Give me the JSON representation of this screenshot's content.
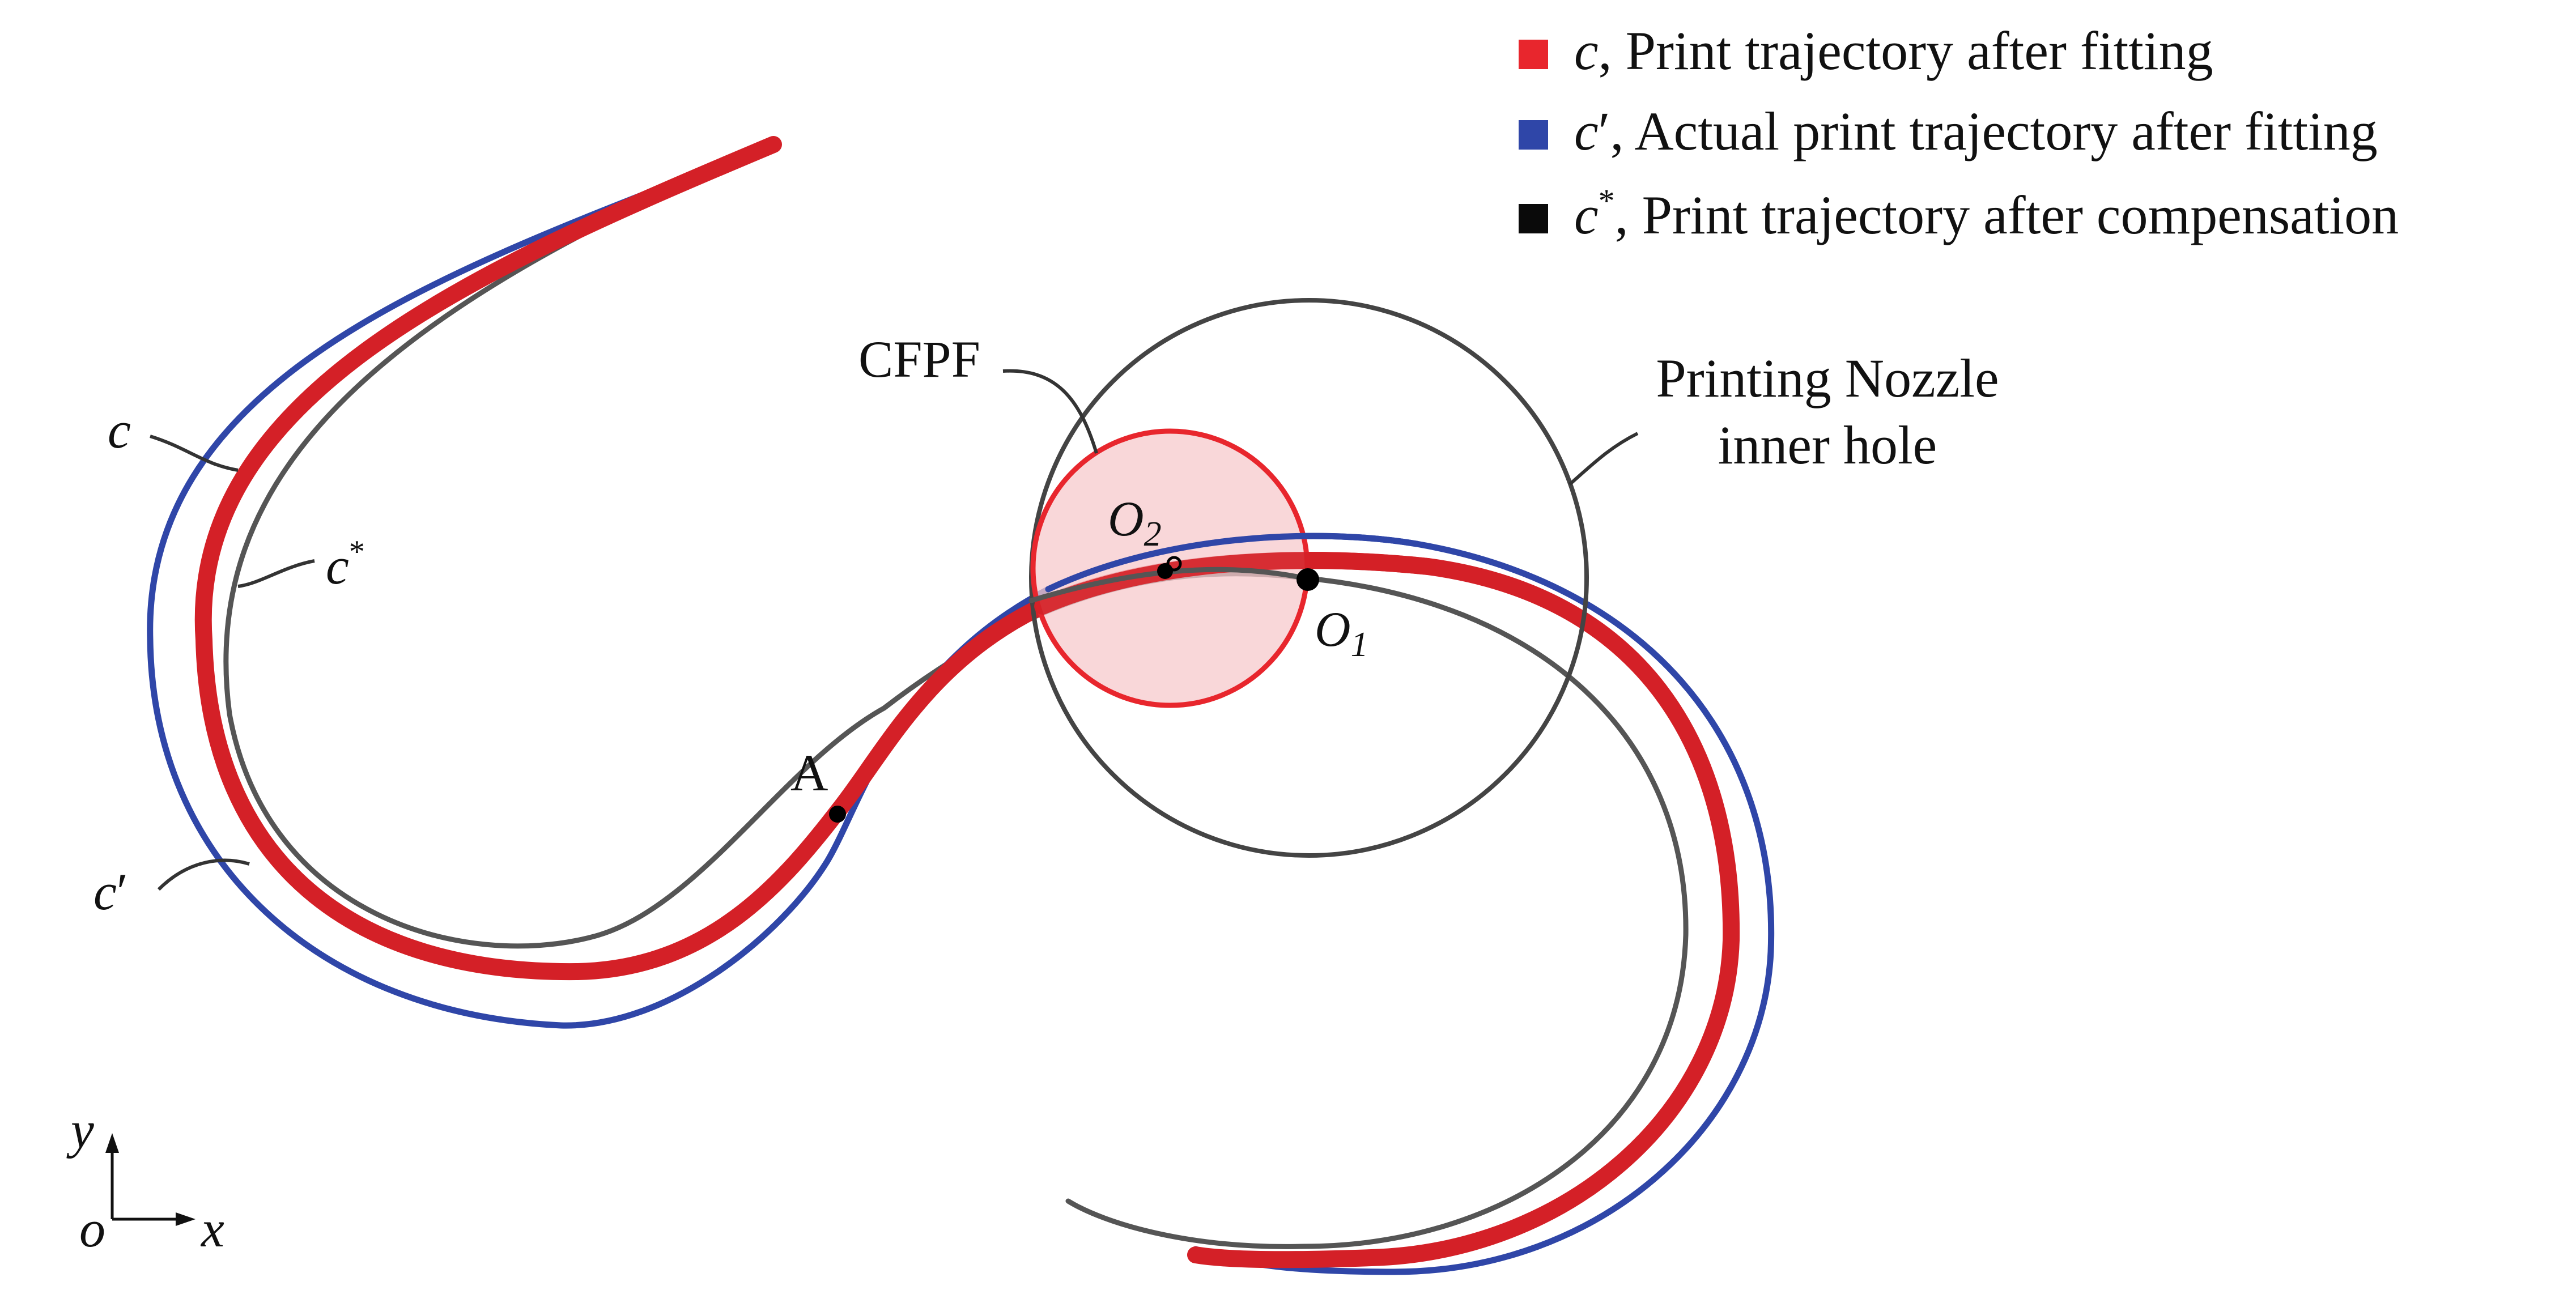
{
  "legend": {
    "items": [
      {
        "symbol": "c",
        "mark": "",
        "text": ", Print  trajectory after fitting",
        "color": "#e8262d"
      },
      {
        "symbol": "c",
        "mark": "′",
        "text": ", Actual print trajectory after fitting",
        "color": "#2f46a8"
      },
      {
        "symbol": "c",
        "mark": "*",
        "text": ", Print trajectory after compensation",
        "color": "#0a0a0a"
      }
    ]
  },
  "labels": {
    "curve_c": "c",
    "curve_c_star_symbol": "c",
    "curve_c_star_mark": "*",
    "curve_c_prime_symbol": "c",
    "curve_c_prime_mark": "′",
    "point_a": "A",
    "cfpf": "CFPF",
    "o2_letter": "O",
    "o2_index": "2",
    "o1_letter": "O",
    "o1_index": "1",
    "nozzle_line1": "Printing Nozzle",
    "nozzle_line2": "inner hole"
  },
  "axes": {
    "y_label": "y",
    "x_label": "x",
    "origin_label": "o"
  },
  "colors": {
    "print_trajectory": "#d42027",
    "actual_trajectory": "#2f46a8",
    "compensated_trajectory": "#555555",
    "cfpf_fill": "#f7c9cc",
    "cfpf_stroke": "#e8262d",
    "nozzle_stroke": "#444444"
  }
}
